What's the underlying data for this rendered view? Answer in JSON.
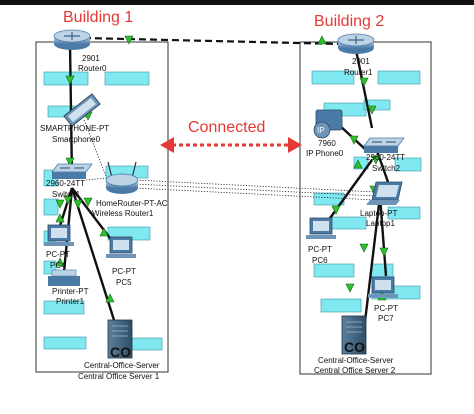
{
  "buildings": {
    "b1": {
      "title": "Building 1"
    },
    "b2": {
      "title": "Building 2"
    }
  },
  "connection_label": "Connected",
  "devices": {
    "router0": {
      "model": "2901",
      "name": "Router0"
    },
    "router1": {
      "model": "2901",
      "name": "Router1"
    },
    "smartphone": {
      "model": "SMARTPHONE-PT",
      "name": "Smartphone0"
    },
    "switch1": {
      "model": "2960-24TT",
      "name": "Switch1"
    },
    "wireless_router": {
      "model": "HomeRouter-PT-AC",
      "name": "Wireless Router1"
    },
    "pc4": {
      "model": "PC-PT",
      "name": "PC4"
    },
    "pc5": {
      "model": "PC-PT",
      "name": "PC5"
    },
    "printer": {
      "model": "Printer-PT",
      "name": "Printer1"
    },
    "server1": {
      "model": "Central-Office-Server",
      "name": "Central Office Server 1",
      "badge": "CO"
    },
    "ipphone": {
      "model": "7960",
      "name": "IP Phone0",
      "badge": "IP"
    },
    "switch2": {
      "model": "2960-24TT",
      "name": "Switch2"
    },
    "laptop": {
      "model": "Laptop-PT",
      "name": "Laptop1"
    },
    "pc6": {
      "model": "PC-PT",
      "name": "PC6"
    },
    "pc7": {
      "model": "PC-PT",
      "name": "PC7"
    },
    "server2": {
      "model": "Central-Office-Server",
      "name": "Central Office Server 2",
      "badge": "CO"
    }
  },
  "colors": {
    "accent_red": "#e53935",
    "label_box": "#80e8f0",
    "link_green": "#2fbf2f",
    "device_blue": "#4a7aa6"
  }
}
